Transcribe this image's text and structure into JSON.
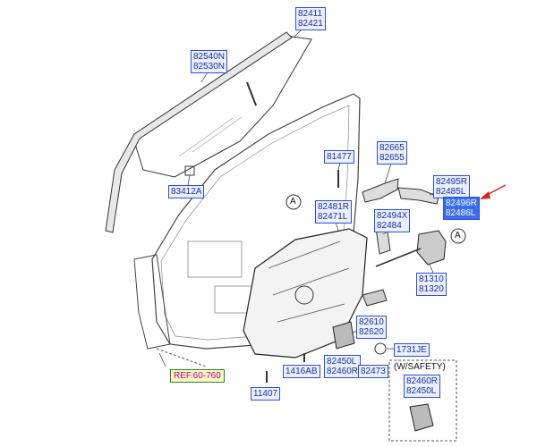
{
  "labels": {
    "glass": [
      "82411",
      "82421"
    ],
    "channel": [
      "82540N",
      "82530N"
    ],
    "holder": "83412A",
    "bolt_top": "81477",
    "latch_small": [
      "82665",
      "82655"
    ],
    "rod": [
      "82495R",
      "82485L"
    ],
    "outside_handle_sel": [
      "82496R",
      "82486L"
    ],
    "regulator": [
      "82481R",
      "82471L"
    ],
    "handle_bracket": [
      "82494X",
      "82484"
    ],
    "latch": [
      "81310",
      "81320"
    ],
    "motor": [
      "82610",
      "82620"
    ],
    "grommet": "1731JE",
    "motor2": [
      "82450L",
      "82460R"
    ],
    "bolt1": "1416AB",
    "screw": "82473",
    "bolt2": "11407",
    "safety_motor": [
      "82460R",
      "82450L"
    ]
  },
  "ref_label": "REF.60-760",
  "safety_note": "(W/SAFETY)",
  "callout_a": "A",
  "colors": {
    "label_border": "#2b4fd8",
    "label_fill": "#eaf0ff",
    "selected_fill": "#3b6cf0",
    "ref_text": "#c0006e",
    "arrow": "#e0201a"
  }
}
